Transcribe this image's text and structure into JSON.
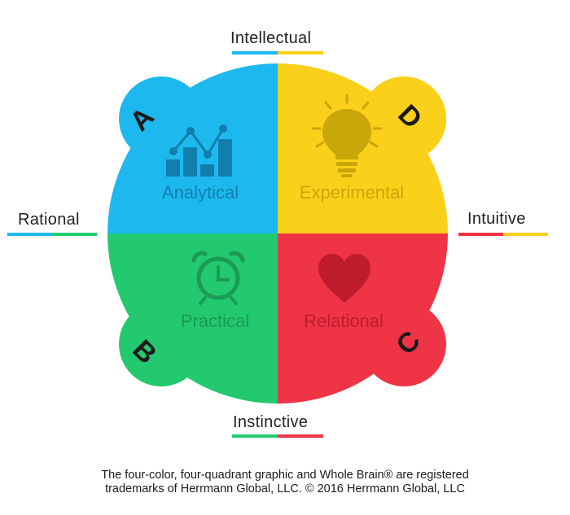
{
  "colors": {
    "blue": "#1DB9EE",
    "yellow": "#FAD01A",
    "green": "#22C96F",
    "red": "#EE3445",
    "blue_dark": "#117EAE",
    "yellow_dark": "#C9A60A",
    "green_dark": "#1A9A55",
    "red_dark": "#BF1C2E"
  },
  "axes": {
    "top": {
      "label": "Intellectual",
      "bar_colors": [
        "blue",
        "yellow"
      ]
    },
    "bottom": {
      "label": "Instinctive",
      "bar_colors": [
        "green",
        "red"
      ]
    },
    "left": {
      "label": "Rational",
      "bar_colors": [
        "blue",
        "green"
      ]
    },
    "right": {
      "label": "Intuitive",
      "bar_colors": [
        "red",
        "yellow"
      ]
    }
  },
  "quadrants": [
    {
      "id": "A",
      "letter": "A",
      "label": "Analytical",
      "color": "blue",
      "icon": "bar-line-chart-icon"
    },
    {
      "id": "D",
      "letter": "D",
      "label": "Experimental",
      "color": "yellow",
      "icon": "lightbulb-icon"
    },
    {
      "id": "B",
      "letter": "B",
      "label": "Practical",
      "color": "green",
      "icon": "alarm-clock-icon"
    },
    {
      "id": "C",
      "letter": "C",
      "label": "Relational",
      "color": "red",
      "icon": "heart-icon"
    }
  ],
  "footer": {
    "line1": "The four-color, four-quadrant graphic and Whole Brain® are registered",
    "line2": "trademarks of Herrmann Global, LLC. © 2016 Herrmann Global, LLC"
  }
}
